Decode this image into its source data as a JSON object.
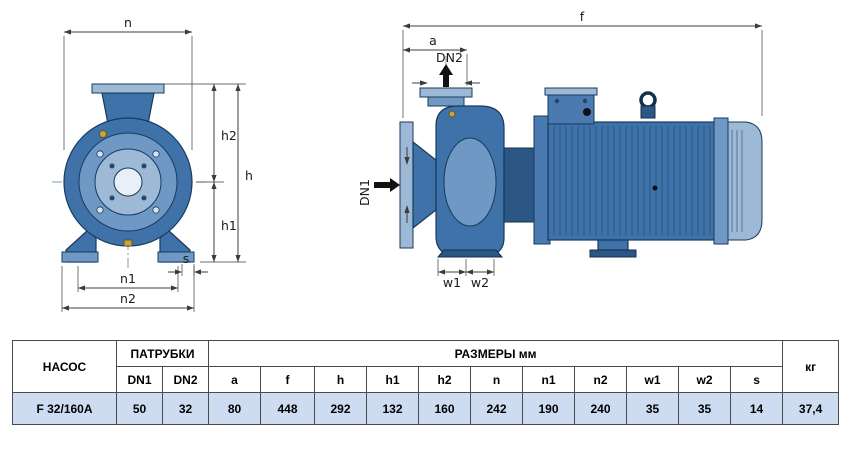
{
  "drawing": {
    "front_view": {
      "dim_n": "n",
      "dim_h2": "h2",
      "dim_h": "h",
      "dim_h1": "h1",
      "dim_s": "s",
      "dim_n1": "n1",
      "dim_n2": "n2"
    },
    "side_view": {
      "dim_f": "f",
      "dim_a": "a",
      "dim_dn2": "DN2",
      "dim_dn1": "DN1",
      "dim_w1": "w1",
      "dim_w2": "w2"
    },
    "colors": {
      "pump_blue": "#3f72a8",
      "pump_blue_dark": "#173a5e",
      "pump_blue_light": "#9db9d6",
      "brass": "#c7a23d",
      "dim_line": "#3c3c3c",
      "row_bg": "#cddcf0"
    }
  },
  "table": {
    "col_pump": "НАСОС",
    "col_ports": "ПАТРУБКИ",
    "col_sizes": "РАЗМЕРЫ мм",
    "col_weight": "кг",
    "subheaders": [
      "DN1",
      "DN2",
      "a",
      "f",
      "h",
      "h1",
      "h2",
      "n",
      "n1",
      "n2",
      "w1",
      "w2",
      "s"
    ],
    "row": {
      "model": "F 32/160A",
      "values": [
        "50",
        "32",
        "80",
        "448",
        "292",
        "132",
        "160",
        "242",
        "190",
        "240",
        "35",
        "35",
        "14"
      ],
      "weight": "37,4"
    }
  }
}
